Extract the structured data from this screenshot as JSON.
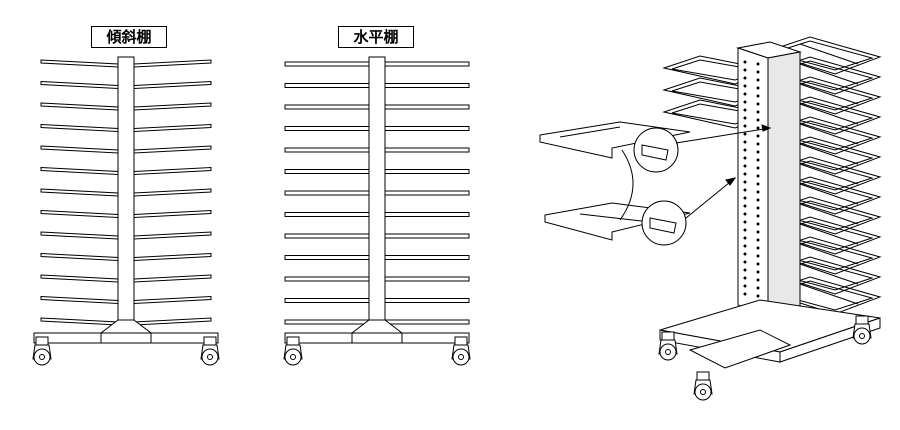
{
  "labels": {
    "inclined_shelf": "傾斜棚",
    "horizontal_shelf": "水平棚"
  },
  "racks": {
    "inclined": {
      "shelf_count": 13,
      "shelf_type": "inclined"
    },
    "horizontal": {
      "shelf_count": 13,
      "shelf_type": "horizontal"
    },
    "isometric": {
      "shelf_count": 13
    }
  },
  "colors": {
    "line": "#000000",
    "background": "#ffffff",
    "shade": "#d8d8d8"
  }
}
